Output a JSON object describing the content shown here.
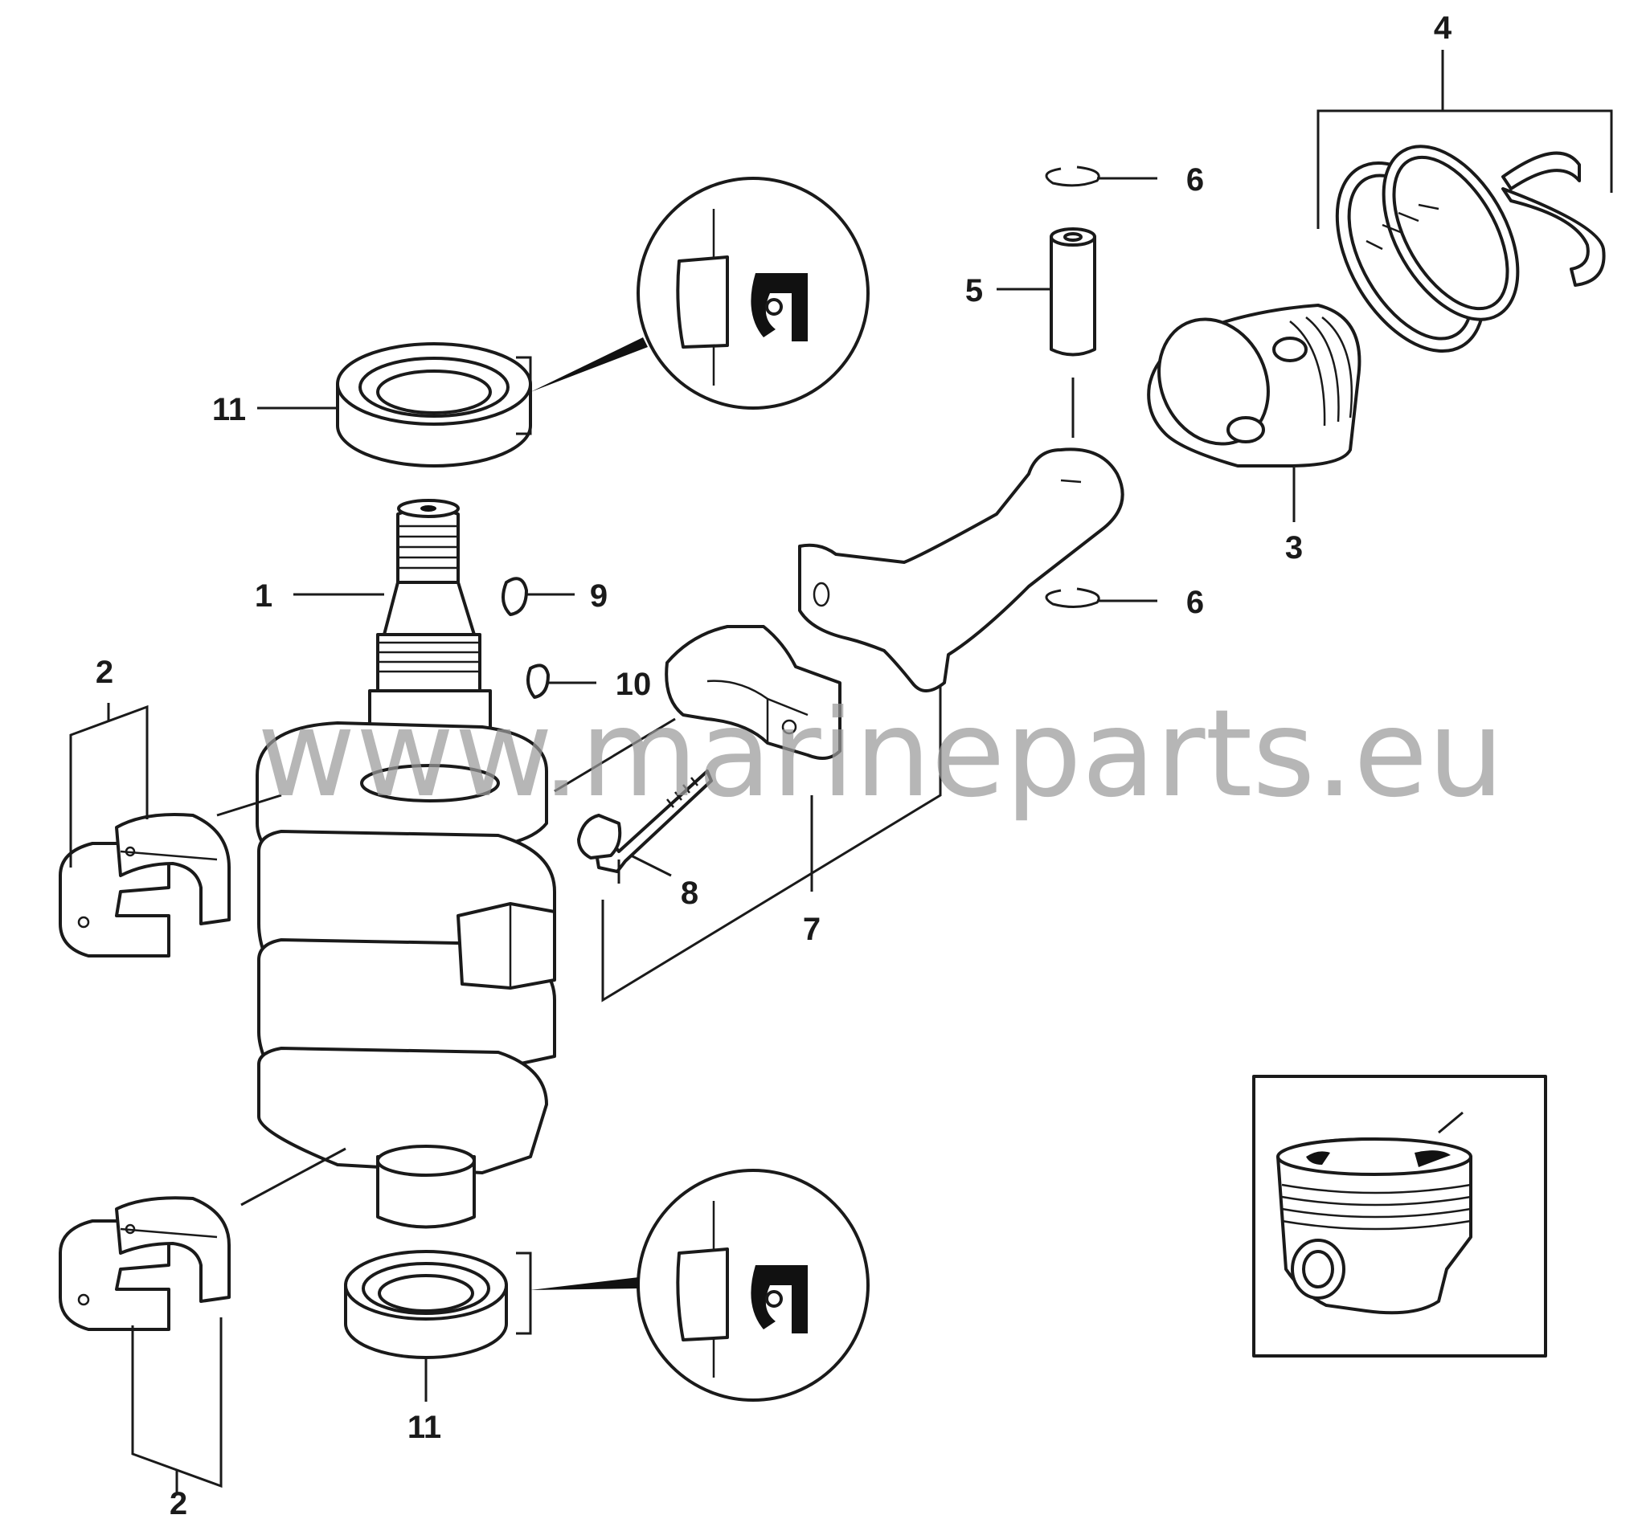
{
  "watermark": "www.marineparts.eu",
  "callouts": {
    "c1": "1",
    "c2_upper": "2",
    "c2_lower": "2",
    "c3": "3",
    "c4": "4",
    "c5": "5",
    "c6_top": "6",
    "c6_bottom": "6",
    "c7": "7",
    "c8": "8",
    "c9": "9",
    "c10": "10",
    "c11_top": "11",
    "c11_bottom": "11"
  }
}
